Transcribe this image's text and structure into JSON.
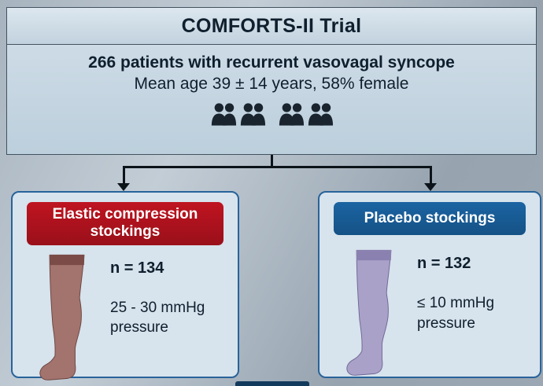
{
  "title": "COMFORTS-II Trial",
  "population": {
    "line1": "266 patients with recurrent vasovagal syncope",
    "line2": "Mean age 39 ± 14 years, 58% female",
    "people_icon_count": 4
  },
  "arms": [
    {
      "id": "elastic",
      "header": "Elastic compression stockings",
      "n_label": "n = 134",
      "pressure_line1": "25 - 30 mmHg",
      "pressure_line2": "pressure",
      "header_color": "#b01420",
      "leg_color": "#a3736d",
      "leg_band_color": "#7a4b47"
    },
    {
      "id": "placebo",
      "header": "Placebo stockings",
      "n_label": "n = 132",
      "pressure_line1": "≤ 10 mmHg",
      "pressure_line2": "pressure",
      "header_color": "#185992",
      "leg_color": "#a9a1c8",
      "leg_band_color": "#8b81b0"
    }
  ],
  "icons": {
    "people": "people-icon",
    "arrow_down": "arrow-down-icon",
    "leg": "leg-stocking-graphic"
  },
  "colors": {
    "background": "#9fabb6",
    "panel": "#cddbe6",
    "card_fill": "#d7e3ed",
    "card_border": "#28639a",
    "text_dark": "#0f1f2d",
    "connector": "#0c1319"
  }
}
